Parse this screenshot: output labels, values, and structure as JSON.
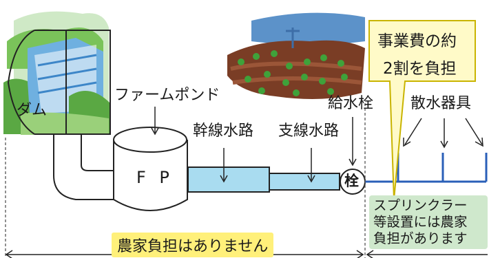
{
  "labels": {
    "dam": "ダム",
    "farm_pond": "ファームポンド",
    "fp": "F P",
    "main_canal": "幹線水路",
    "branch_canal": "支線水路",
    "hydrant": "給水栓",
    "hydrant_symbol": "栓",
    "sprinklers": "散水器具"
  },
  "callout": {
    "line1": "事業費の約",
    "line2": "2割を負担"
  },
  "farmer_no_cost": "農家負担はありません",
  "sprinkler_note": {
    "line1": "スプリンクラー",
    "line2": "等設置には農家",
    "line3": "負担があります"
  },
  "colors": {
    "canal_fill": "#a9dcf0",
    "sprinkler_pipe": "#2a5fb8",
    "callout_bg": "#fffac8",
    "callout_border": "#c9b400",
    "highlight_yellow": "#fff07a",
    "note_green": "#cfe8cc"
  }
}
